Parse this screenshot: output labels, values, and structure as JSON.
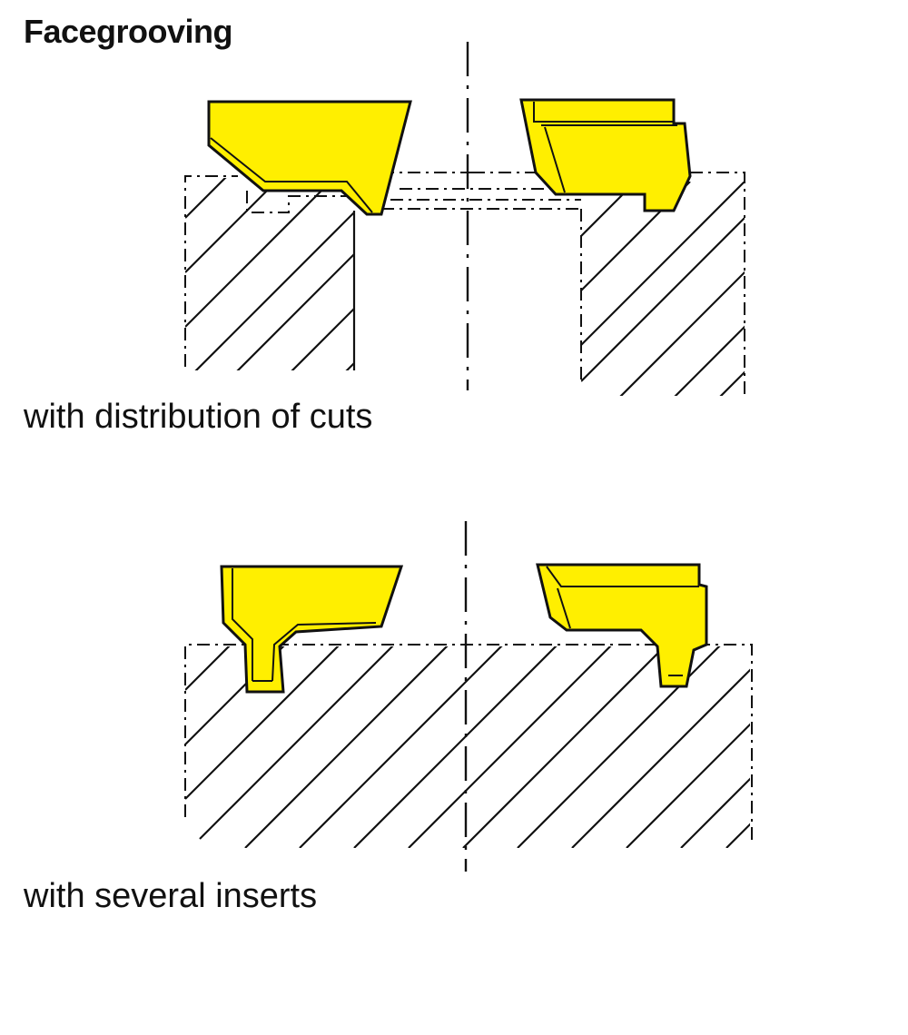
{
  "title": "Facegrooving",
  "captions": {
    "distribution": "with distribution of cuts",
    "several": "with several inserts"
  },
  "colors": {
    "insert": "#ffef00",
    "outline": "#111111",
    "background": "#ffffff"
  }
}
